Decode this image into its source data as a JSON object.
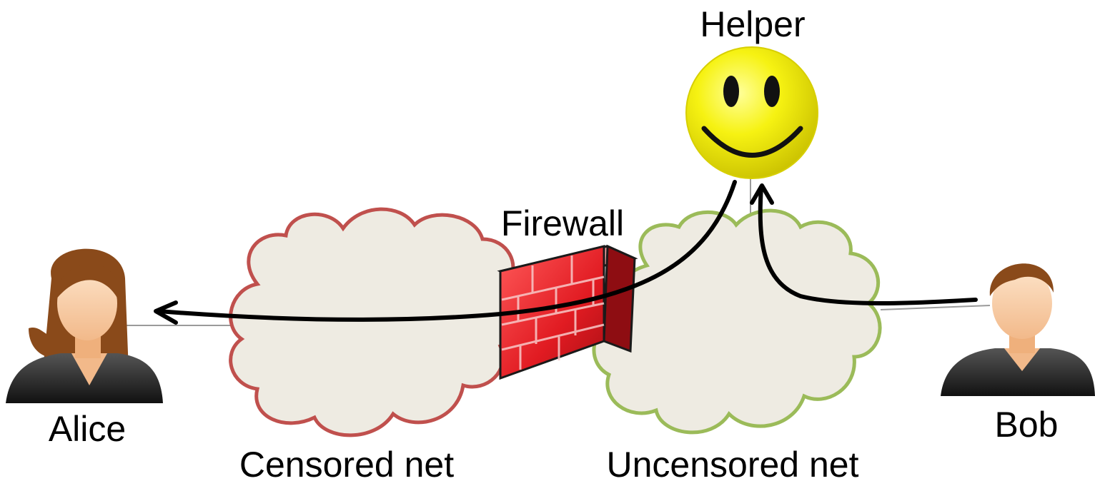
{
  "labels": {
    "helper": "Helper",
    "firewall": "Firewall",
    "alice": "Alice",
    "bob": "Bob",
    "censored_net": "Censored net",
    "uncensored_net": "Uncensored net"
  },
  "colors": {
    "censored_cloud_stroke": "#c0504d",
    "uncensored_cloud_stroke": "#9bbb59",
    "cloud_fill": "#eeebe2",
    "firewall_red": "#e8262b",
    "smiley_yellow": "#f4f10b",
    "arrow": "#000000"
  },
  "icons": [
    "alice-user-icon",
    "bob-user-icon",
    "helper-smiley-icon",
    "firewall-brick-icon"
  ]
}
